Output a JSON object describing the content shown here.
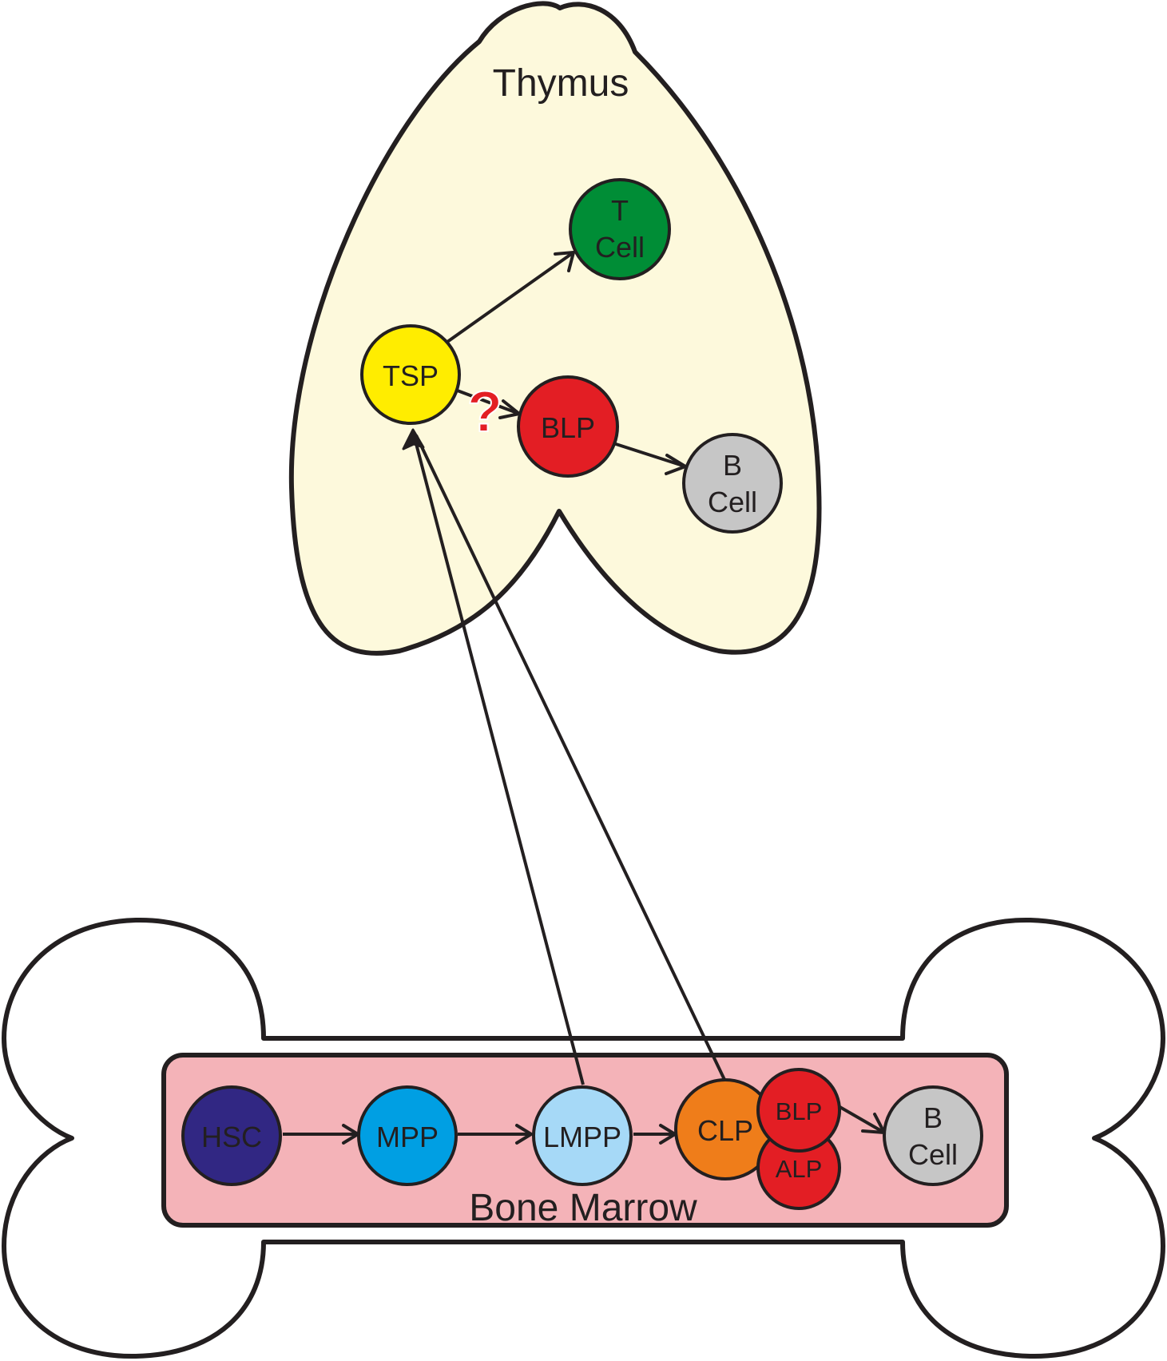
{
  "thymus": {
    "label": "Thymus",
    "fill": "#fdf9dc",
    "cells": {
      "tsp": {
        "label": "TSP",
        "color": "#ffed00"
      },
      "t_cell": {
        "line1": "T",
        "line2": "Cell",
        "color": "#008d36"
      },
      "blp": {
        "label": "BLP",
        "color": "#e31e24"
      },
      "b_cell": {
        "line1": "B",
        "line2": "Cell",
        "color": "#c6c6c6"
      }
    },
    "uncertain_mark": "?"
  },
  "bone_marrow": {
    "label": "Bone Marrow",
    "bone_fill": "#ffffff",
    "marrow_fill": "#f4b3b8",
    "cells": {
      "hsc": {
        "label": "HSC",
        "color": "#312783"
      },
      "mpp": {
        "label": "MPP",
        "color": "#009fe3"
      },
      "lmpp": {
        "label": "LMPP",
        "color": "#a6d9f7"
      },
      "clp": {
        "label": "CLP",
        "color": "#ef7d1a"
      },
      "blp": {
        "label": "BLP",
        "color": "#e31e24"
      },
      "alp": {
        "label": "ALP",
        "color": "#e31e24"
      },
      "b_cell": {
        "line1": "B",
        "line2": "Cell",
        "color": "#c6c6c6"
      }
    }
  }
}
